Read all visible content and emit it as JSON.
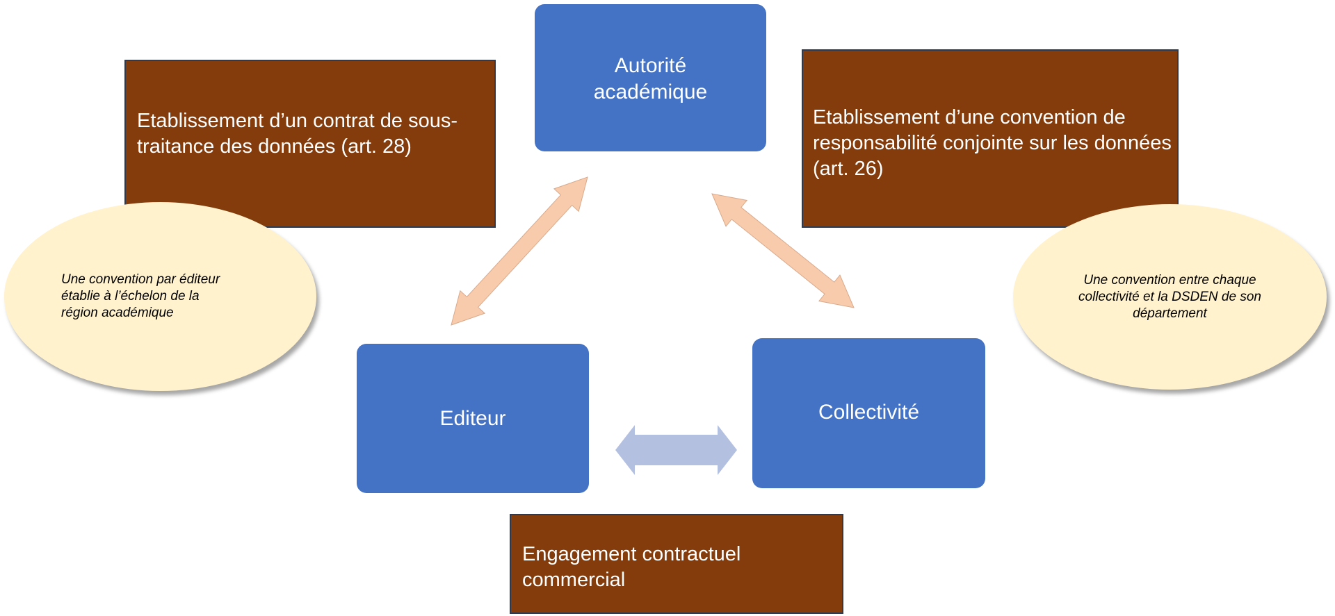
{
  "nodes": {
    "autorite": "Autorité académique",
    "editeur": "Editeur",
    "collectivite": "Collectivité"
  },
  "relations": {
    "left": "Etablissement d’un contrat de sous-traitance des données (art. 28)",
    "right": "Etablissement d’une convention de responsabilité conjointe sur les données (art. 26)",
    "bottom": "Engagement contractuel commercial"
  },
  "notes": {
    "left": "Une convention par éditeur établie à l’échelon de la région académique",
    "right": "Une convention entre chaque collectivité et la DSDEN de son département"
  },
  "colors": {
    "node": "#4472c4",
    "relation": "#843c0c",
    "note": "#fff2cc",
    "diag_arrow": "#f8cbad",
    "horiz_arrow": "#b4c0e0"
  }
}
